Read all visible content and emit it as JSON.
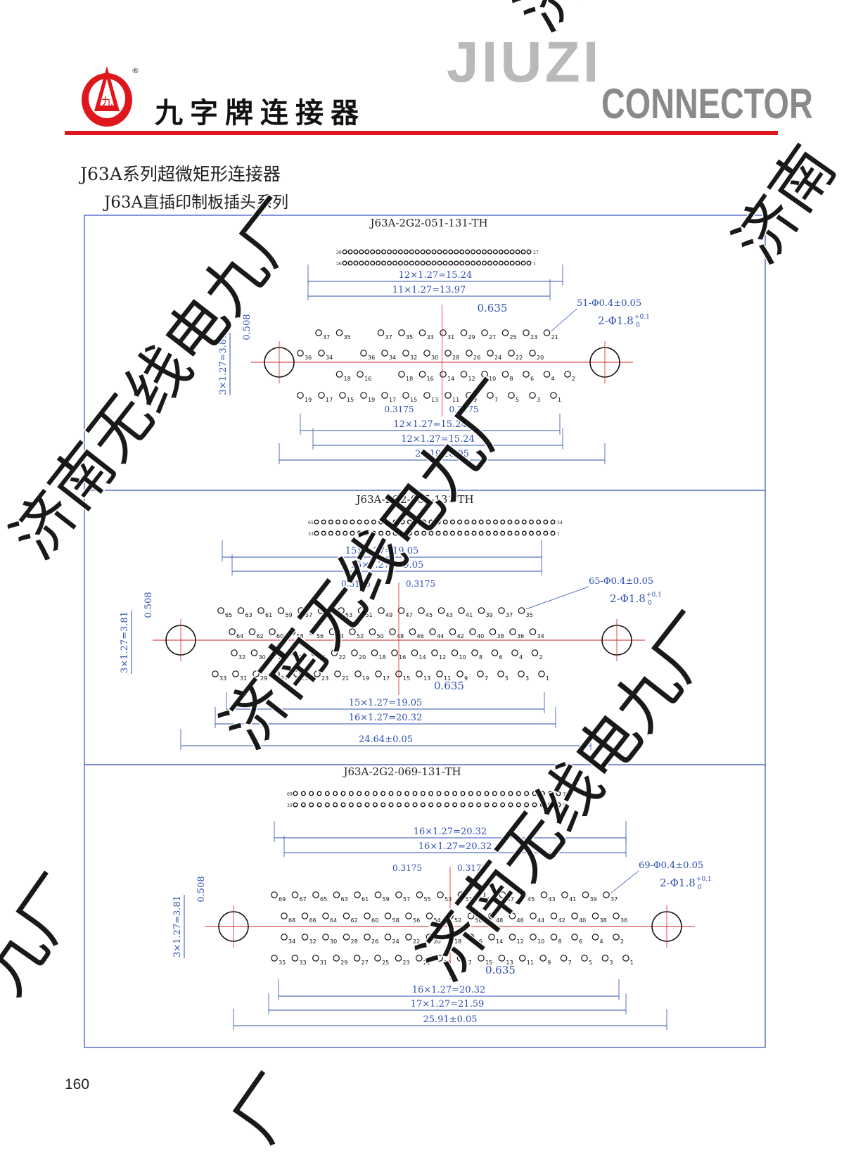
{
  "brand": {
    "name": "九字牌连接器",
    "logo_mark": "九",
    "registered_symbol": "®",
    "word_top": "JIUZI",
    "word_bottom": "CONNECTOR"
  },
  "colors": {
    "brand_red": "#e0161d",
    "drawing_blue": "#2d4fb3",
    "pin_red": "#d42020",
    "watermark": "#000000"
  },
  "heading": {
    "title": "J63A系列超微矩形连接器",
    "subtitle": "J63A直插印制板插头系列"
  },
  "panels": [
    {
      "model": "J63A-2G2-051-131-TH",
      "strip": {
        "left_top": "38",
        "right_top": "27",
        "left_bottom": "26",
        "right_bottom": "1"
      },
      "rows": [
        [
          "37",
          "35",
          "",
          "37",
          "35",
          "33",
          "31",
          "29",
          "27",
          "25",
          "23",
          "21"
        ],
        [
          "36",
          "34",
          "",
          "36",
          "34",
          "32",
          "30",
          "28",
          "26",
          "24",
          "22",
          "20"
        ],
        [
          "",
          "18",
          "16",
          "",
          "18",
          "16",
          "14",
          "12",
          "10",
          "8",
          "6",
          "4",
          "2"
        ],
        [
          "19",
          "17",
          "15",
          "19",
          "17",
          "15",
          "13",
          "11",
          "9",
          "7",
          "5",
          "3",
          "1"
        ]
      ],
      "dims": {
        "top1": "12×1.27=15.24",
        "top2": "11×1.27=13.97",
        "pitch": "0.635",
        "hole_note": "51-Φ0.4±0.05",
        "mount_note": "2-Φ1.8",
        "tol_upper": "+0.1",
        "tol_lower": "0",
        "v_spacing": "0.508",
        "v_total": "3×1.27=3.81",
        "offset_left": "0.3175",
        "offset_right": "0.3175",
        "bot1": "12×1.27=15.24",
        "bot2": "12×1.27=15.24",
        "overall": "20.19±0.05"
      }
    },
    {
      "model": "J63A-2G2-065-131-TH",
      "strip": {
        "left_top": "65",
        "right_top": "34",
        "left_bottom": "33",
        "right_bottom": "1"
      },
      "rows": [
        [
          "65",
          "63",
          "61",
          "59",
          "57",
          "55",
          "53",
          "51",
          "49",
          "47",
          "45",
          "43",
          "41",
          "39",
          "37",
          "35"
        ],
        [
          "64",
          "62",
          "60",
          "58",
          "56",
          "54",
          "52",
          "50",
          "48",
          "46",
          "44",
          "42",
          "40",
          "38",
          "36",
          "34"
        ],
        [
          "32",
          "30",
          "28",
          "26",
          "24",
          "22",
          "20",
          "18",
          "16",
          "14",
          "12",
          "10",
          "8",
          "6",
          "4",
          "2"
        ],
        [
          "33",
          "31",
          "29",
          "27",
          "25",
          "23",
          "21",
          "19",
          "17",
          "15",
          "13",
          "11",
          "9",
          "7",
          "5",
          "3",
          "1"
        ]
      ],
      "dims": {
        "top1": "15×1.27=19.05",
        "top2": "15×1.27=19.05",
        "offset_left": "0.3175",
        "offset_right": "0.3175",
        "hole_note": "65-Φ0.4±0.05",
        "mount_note": "2-Φ1.8",
        "tol_upper": "+0.1",
        "tol_lower": "0",
        "v_spacing": "0.508",
        "v_total": "3×1.27=3.81",
        "pitch": "0.635",
        "bot1": "15×1.27=19.05",
        "bot2": "16×1.27=20.32",
        "overall": "24.64±0.05"
      }
    },
    {
      "model": "J63A-2G2-069-131-TH",
      "strip": {
        "left_top": "69",
        "right_top": "36",
        "left_bottom": "35",
        "right_bottom": "1"
      },
      "rows": [
        [
          "69",
          "67",
          "65",
          "63",
          "61",
          "59",
          "57",
          "55",
          "53",
          "51",
          "49",
          "47",
          "45",
          "43",
          "41",
          "39",
          "37"
        ],
        [
          "68",
          "66",
          "64",
          "62",
          "60",
          "58",
          "56",
          "54",
          "52",
          "50",
          "48",
          "46",
          "44",
          "42",
          "40",
          "38",
          "36"
        ],
        [
          "34",
          "32",
          "30",
          "28",
          "26",
          "24",
          "22",
          "20",
          "18",
          "16",
          "14",
          "12",
          "10",
          "8",
          "6",
          "4",
          "2"
        ],
        [
          "35",
          "33",
          "31",
          "29",
          "27",
          "25",
          "23",
          "21",
          "19",
          "17",
          "15",
          "13",
          "11",
          "9",
          "7",
          "5",
          "3",
          "1"
        ]
      ],
      "dims": {
        "top1": "16×1.27=20.32",
        "top2": "16×1.27=20.32",
        "offset_left": "0.3175",
        "offset_right": "0.3175",
        "hole_note": "69-Φ0.4±0.05",
        "mount_note": "2-Φ1.8",
        "tol_upper": "+0.1",
        "tol_lower": "0",
        "v_spacing": "0.508",
        "v_total": "3×1.27=3.81",
        "pitch": "0.635",
        "bot1": "16×1.27=20.32",
        "bot2": "17×1.27=21.59",
        "overall": "25.91±0.05"
      }
    }
  ],
  "watermark": {
    "diagonal_main": "济南无线电九厂",
    "fragments": [
      "济南",
      "九厂",
      "厂",
      "济"
    ]
  },
  "page_number": "160"
}
